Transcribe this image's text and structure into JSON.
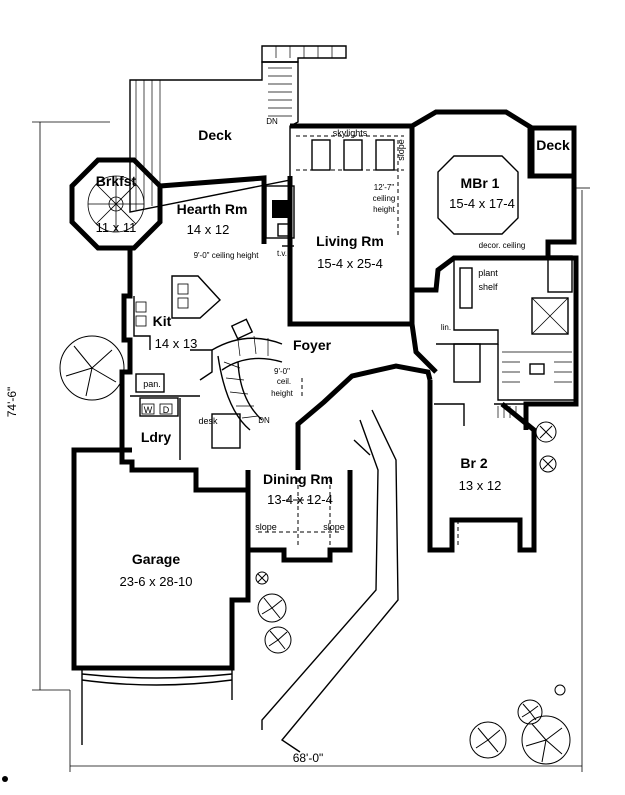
{
  "labels": {
    "deck_main": "Deck",
    "deck_master": "Deck",
    "dn_deck": "DN",
    "skylights": "skylights",
    "slope_living": "slope",
    "brkfst": "Brkfst",
    "brkfst_dims": "11 x 11",
    "hearth": "Hearth Rm",
    "hearth_dims": "14 x 12",
    "hearth_ceiling": "9'-0\" ceiling height",
    "tv": "t.v.",
    "living_ceiling_1": "12'-7\"",
    "living_ceiling_2": "ceiling",
    "living_ceiling_3": "height",
    "living": "Living Rm",
    "living_dims": "15-4 x 25-4",
    "mbr": "MBr 1",
    "mbr_dims": "15-4 x 17-4",
    "decor_ceiling": "decor. ceiling",
    "plant_1": "plant",
    "plant_2": "shelf",
    "lin": "lin.",
    "kit": "Kit",
    "kit_dims": "14 x 13",
    "foyer": "Foyer",
    "foyer_ceiling_1": "9'-0\"",
    "foyer_ceiling_2": "ceil.",
    "foyer_ceiling_3": "height",
    "dn_stair": "DN",
    "pan": "pan.",
    "washer": "W",
    "dryer": "D",
    "desk": "desk",
    "ldry": "Ldry",
    "dining": "Dining Rm",
    "dining_dims": "13-4 x 12-4",
    "slope_left": "slope",
    "slope_right": "slope",
    "br2": "Br 2",
    "br2_dims": "13 x 12",
    "garage": "Garage",
    "garage_dims": "23-6  x  28-10",
    "overall_depth": "74'-6\"",
    "overall_width": "68'-0\""
  }
}
